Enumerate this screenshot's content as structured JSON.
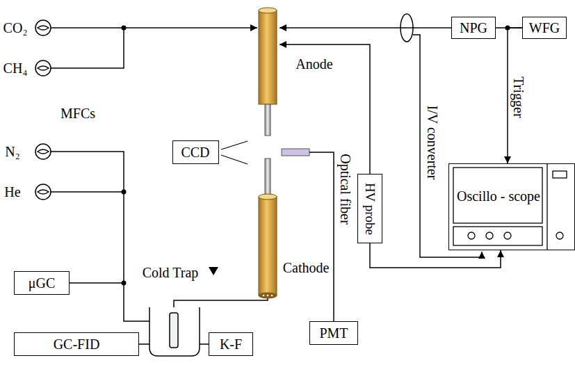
{
  "diagram": {
    "nodes": [
      {
        "text": [
          "NPG"
        ]
      },
      {
        "text": [
          "WFG"
        ]
      },
      {
        "text": [
          "CCD"
        ]
      },
      {
        "text": [
          "Oscillo - scope"
        ]
      },
      {
        "text": [
          "HV probe"
        ]
      },
      {
        "text": [
          "μGC"
        ]
      },
      {
        "text": [
          "PMT"
        ]
      },
      {
        "text": [
          "GC-FID"
        ]
      },
      {
        "text": [
          "K-F"
        ]
      }
    ],
    "edges": [
      {
        "from": 0,
        "to": 1,
        "arrow": "none"
      },
      {
        "from": 1,
        "to": 3,
        "arrow": "to",
        "label": "Trigger"
      },
      {
        "from": 4,
        "to": 3,
        "arrow": "to"
      }
    ],
    "labels": [
      "CO₂",
      "CH₄",
      "MFCs",
      "N₂",
      "He",
      "Anode",
      "Cathode",
      "Cold Trap",
      "Optical fiber",
      "I/V converter"
    ]
  }
}
